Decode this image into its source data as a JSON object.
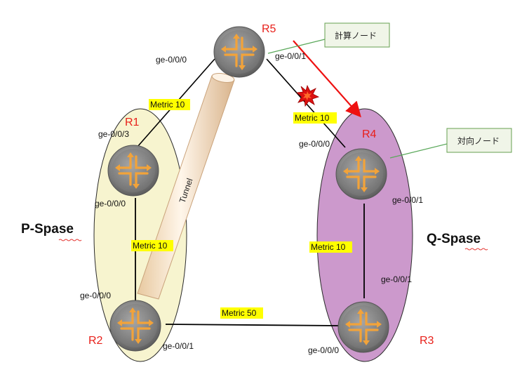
{
  "routers": {
    "r5": {
      "name": "R5"
    },
    "r1": {
      "name": "R1"
    },
    "r4": {
      "name": "R4"
    },
    "r2": {
      "name": "R2"
    },
    "r3": {
      "name": "R3"
    }
  },
  "interfaces": {
    "r5_left": "ge-0/0/0",
    "r5_right": "ge-0/0/1",
    "r1_top": "ge-0/0/3",
    "r1_bottom": "ge-0/0/0",
    "r4_left": "ge-0/0/0",
    "r4_right": "ge-0/0/1",
    "r2_top": "ge-0/0/0",
    "r2_bottom": "ge-0/0/1",
    "r3_top": "ge-0/0/1",
    "r3_bottom": "ge-0/0/0"
  },
  "metrics": {
    "r5_r1": "Metric 10",
    "r5_r4": "Metric 10",
    "r1_r2": "Metric 10",
    "r4_r3": "Metric 10",
    "r2_r3": "Metric 50"
  },
  "spaces": {
    "p_space": "P-Spase",
    "q_space": "Q-Spase"
  },
  "tunnel_label": "Tunnel",
  "callouts": {
    "compute_node": "計算ノード",
    "remote_node": "対向ノード"
  },
  "colors": {
    "p_space_fill": "#f7f4cf",
    "q_space_fill": "#cc99cc",
    "metric_highlight": "#ffff00",
    "router_label": "#e8201a",
    "failure_arrow": "#ee1111",
    "callout_fill": "#f0f5e8",
    "callout_border": "#66a050"
  }
}
